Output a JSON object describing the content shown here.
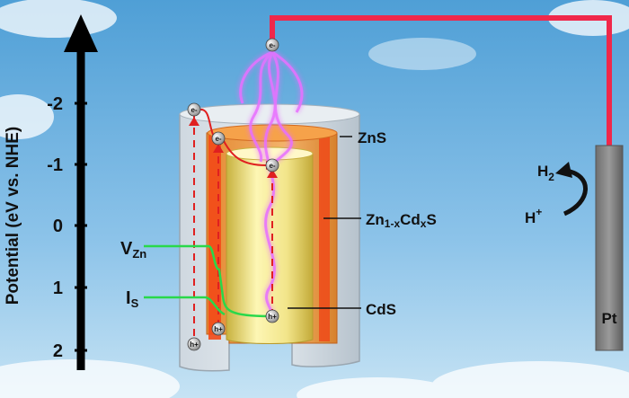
{
  "axis": {
    "label": "Potential (eV vs. NHE)",
    "ticks": [
      "-2",
      "-1",
      "0",
      "1",
      "2"
    ]
  },
  "layers": {
    "outer": "ZnS",
    "middle_prefix": "Zn",
    "middle_sub1": "1-x",
    "middle_mid": "Cd",
    "middle_sub2": "x",
    "middle_suffix": "S",
    "core": "CdS"
  },
  "defects": {
    "v_main": "V",
    "v_sub": "Zn",
    "i_main": "I",
    "i_sub": "S"
  },
  "reaction": {
    "h2_main": "H",
    "h2_sub": "2",
    "hplus_main": "H",
    "hplus_sup": "+"
  },
  "electrode": {
    "label": "Pt"
  },
  "carriers": {
    "electron": "e-",
    "hole": "h+"
  },
  "colors": {
    "wire": "#f0284a",
    "sky_top": "#4f9fd6",
    "sky_bottom": "#bfe0f3",
    "defect_line": "#29d84a",
    "light_path": "#e870ff",
    "transfer_arrow": "#e02020"
  }
}
